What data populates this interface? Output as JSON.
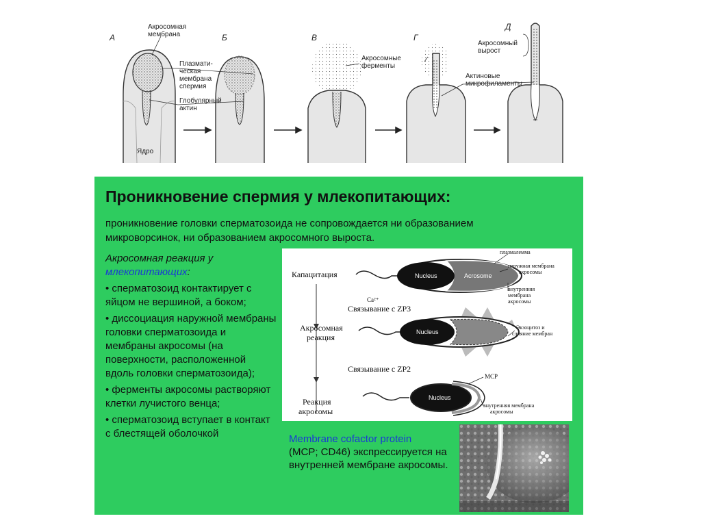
{
  "figure": {
    "stages": [
      "А",
      "Б",
      "В",
      "Г",
      "Д"
    ],
    "labels": {
      "acrosome_membrane": [
        "Акросомная",
        "мембрана"
      ],
      "plasma_membrane": [
        "Плазмати-",
        "ческая",
        "мембрана",
        "спермия"
      ],
      "globular_actin": [
        "Глобулярный",
        "актин"
      ],
      "nucleus": "Ядро",
      "acrosome_enzymes": [
        "Акросомные",
        "ферменты"
      ],
      "acrosome_process": [
        "Акросомный",
        "вырост"
      ],
      "actin_filaments": [
        "Актиновые",
        "микрофиламенты"
      ]
    }
  },
  "slide": {
    "title": "Проникновение спермия у млекопитающих:",
    "intro": "проникновение головки сперматозоида не сопровождается ни образованием микроворсинок, ни образованием акросомного выроста.",
    "subhead_1": "Акросомная реакция у",
    "subhead_2": "млекопитающих",
    "subhead_colon": ":",
    "bullets": [
      "сперматозоид контактирует с яйцом не вершиной, а боком;",
      "диссоциация наружной мембраны головки сперматозоида и мембраны акросомы (на поверхности, расположенной вдоль головки сперматозоида);",
      "ферменты акросомы растворяют клетки лучистого венца;",
      "сперматозоид вступает в контакт с блестящей оболочкой"
    ],
    "mcp_title": "Membrane cofactor protein",
    "mcp_rest": "(MCP; CD46) экспрессируется на внутренней мембране акросомы."
  },
  "diagram": {
    "steps": [
      "Капацитация",
      "Акросомная",
      "реакция",
      "Реакция",
      "акросомы"
    ],
    "binding_zp3": "Связывание с ZP3",
    "binding_zp2": "Связывание с ZP2",
    "ca": "Ca²⁺",
    "nucleus": "Nucleus",
    "acrosome": "Acrosome",
    "plasma": "плазмалемма",
    "outer": [
      "наружная мембрана",
      "акросомы"
    ],
    "inner": [
      "внутренняя",
      "мембрана",
      "акросомы"
    ],
    "exo": [
      "Экзоцитоз и",
      "слияние мембран"
    ],
    "mcp": "MCP",
    "inner2": [
      "внутренняя мембрана",
      "акросомы"
    ]
  }
}
